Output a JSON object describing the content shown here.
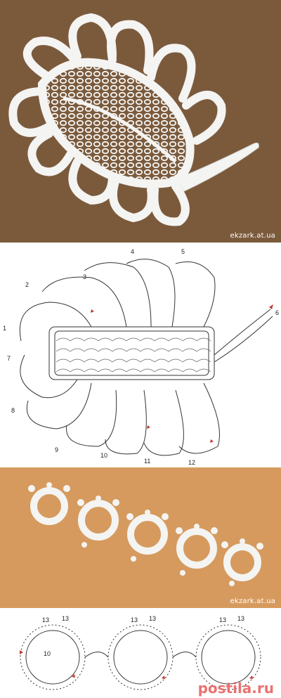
{
  "watermarks": {
    "top_photo": "ekzark.at.ua",
    "ring_photo": "ekzark.at.ua",
    "bottom_logo": "postila.ru"
  },
  "diagram_numbers": [
    "1",
    "2",
    "3",
    "4",
    "5",
    "6",
    "7",
    "8",
    "9",
    "10",
    "11",
    "12"
  ],
  "ring_diagram_labels": {
    "ring_center": "10",
    "stitch_counts": [
      "13",
      "13",
      "13",
      "13",
      "13",
      "13"
    ]
  },
  "colors": {
    "photo_bg": "#7b5a3c",
    "ring_photo_bg": "#d69a5e",
    "lace": "#f4f4f2",
    "ink": "#333333",
    "accent_red": "#c0392b"
  }
}
